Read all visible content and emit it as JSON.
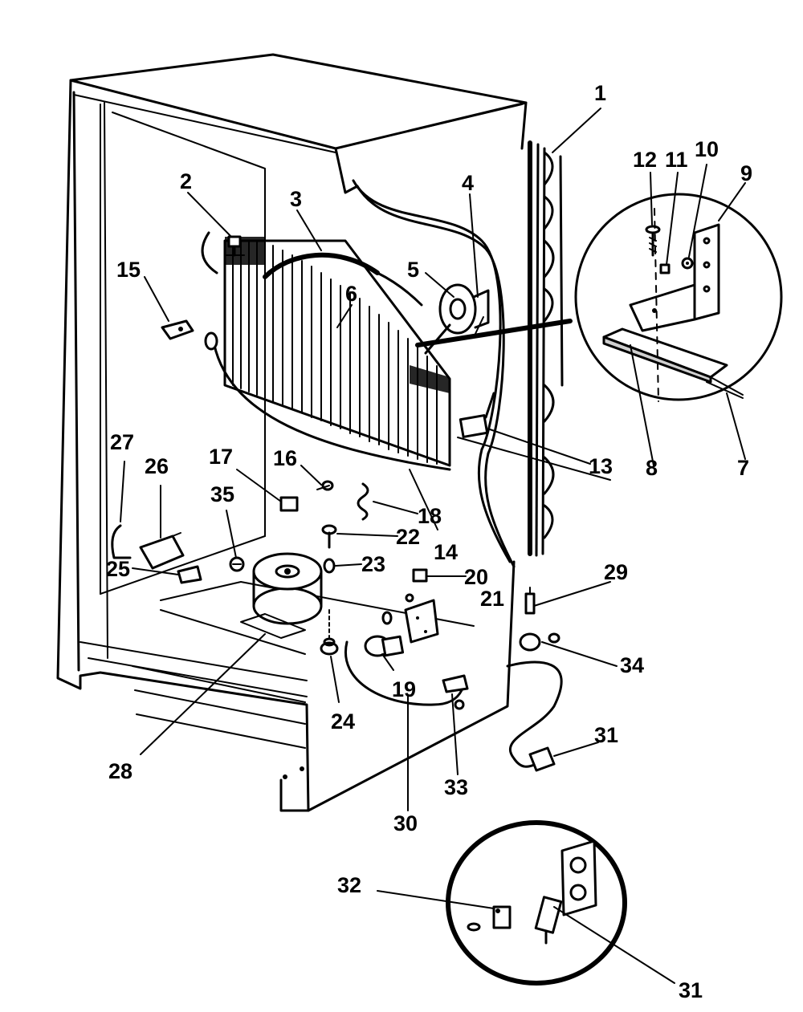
{
  "diagram": {
    "ink_color": "#000000",
    "background_color": "#ffffff",
    "labels": {
      "p1": "1",
      "p2": "2",
      "p3": "3",
      "p4": "4",
      "p5": "5",
      "p6": "6",
      "p7": "7",
      "p8": "8",
      "p9": "9",
      "p10": "10",
      "p11": "11",
      "p12": "12",
      "p13": "13",
      "p14": "14",
      "p15": "15",
      "p16": "16",
      "p17": "17",
      "p18": "18",
      "p19": "19",
      "p20": "20",
      "p21": "21",
      "p22": "22",
      "p23": "23",
      "p24": "24",
      "p25": "25",
      "p26": "26",
      "p27": "27",
      "p28": "28",
      "p29": "29",
      "p30": "30",
      "p31a": "31",
      "p31b": "31",
      "p32": "32",
      "p33": "33",
      "p34": "34",
      "p35": "35"
    }
  }
}
